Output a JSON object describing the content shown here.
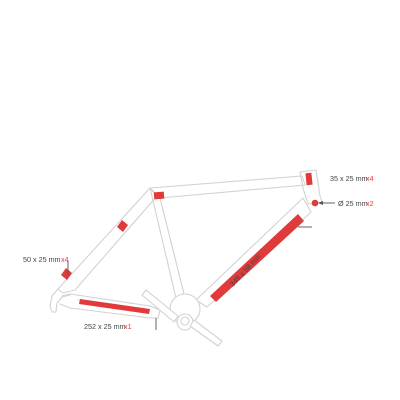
{
  "colors": {
    "frame": "#d2d2d2",
    "patch": "#e03a3a",
    "text": "#444444",
    "accent": "#e03a3a"
  },
  "labels": {
    "top_tube_patch": {
      "size": "35 x 25 mm",
      "count": "x4"
    },
    "round_patch": {
      "size": "Ø 25 mm",
      "count": "x2"
    },
    "down_tube_patch": {
      "size": "345 x 58 mm",
      "count": "x1"
    },
    "seat_stay_patch": {
      "size": "50 x 25 mm",
      "count": "x4"
    },
    "chain_stay_patch": {
      "size": "252 x 25 mm",
      "count": "x1"
    }
  }
}
